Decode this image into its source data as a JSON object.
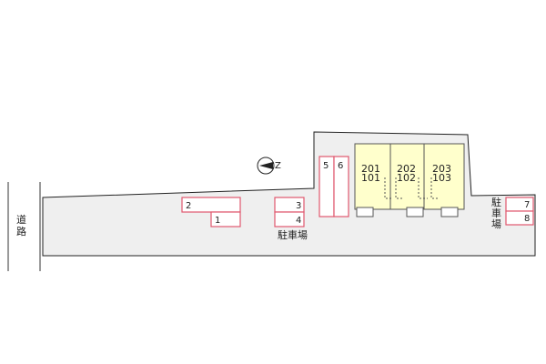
{
  "colors": {
    "lot": "#efefef",
    "outline": "#222222",
    "building": "#ffffcc",
    "parking_outline": "#e0586e"
  },
  "road_label": "道路",
  "compass_label": "Z",
  "parking_label_a": "駐車場",
  "parking_label_b": [
    "駐",
    "車",
    "場"
  ],
  "units": [
    {
      "upper": "201",
      "lower": "101"
    },
    {
      "upper": "202",
      "lower": "102"
    },
    {
      "upper": "203",
      "lower": "103"
    }
  ],
  "spaces": [
    "1",
    "2",
    "3",
    "4",
    "5",
    "6",
    "7",
    "8"
  ]
}
